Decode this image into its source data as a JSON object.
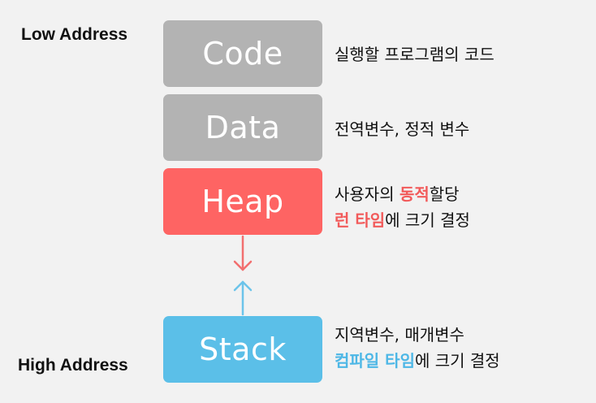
{
  "addresses": {
    "low": "Low Address",
    "high": "High Address"
  },
  "blocks": {
    "code": {
      "label": "Code"
    },
    "data": {
      "label": "Data"
    },
    "heap": {
      "label": "Heap"
    },
    "stack": {
      "label": "Stack"
    }
  },
  "descriptions": {
    "code": "실행할 프로그램의 코드",
    "data": "전역변수, 정적 변수",
    "heap": {
      "line1_prefix": "사용자의 ",
      "line1_highlight": "동적",
      "line1_suffix": "할당",
      "line2_highlight": "런 타임",
      "line2_suffix": "에 크기 결정"
    },
    "stack": {
      "line1": "지역변수, 매개변수",
      "line2_highlight": "컴파일 타임",
      "line2_suffix": "에 크기 결정"
    }
  },
  "colors": {
    "background": "#f2f2f2",
    "code_block": "#b3b3b3",
    "data_block": "#b3b3b3",
    "heap_block": "#fe6463",
    "stack_block": "#5bbfe8",
    "heap_arrow": "#f26f6f",
    "stack_arrow": "#6cc4ea",
    "heap_text_highlight": "#f25a5a",
    "stack_text_highlight": "#4db7e6"
  },
  "icons": {
    "heap_arrow": "arrow-down-icon",
    "stack_arrow": "arrow-up-icon"
  }
}
